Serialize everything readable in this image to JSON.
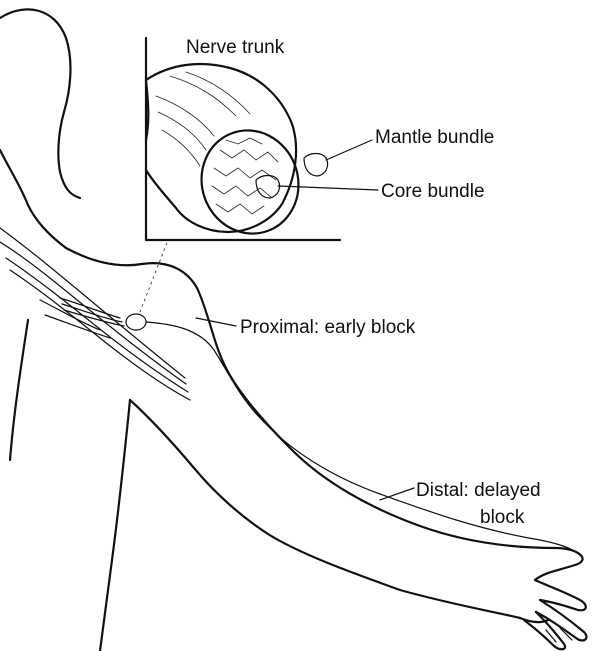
{
  "labels": {
    "nerve_trunk": "Nerve trunk",
    "mantle_bundle": "Mantle bundle",
    "core_bundle": "Core bundle",
    "proximal": "Proximal: early block",
    "distal_line1": "Distal: delayed",
    "distal_line2": "block"
  }
}
